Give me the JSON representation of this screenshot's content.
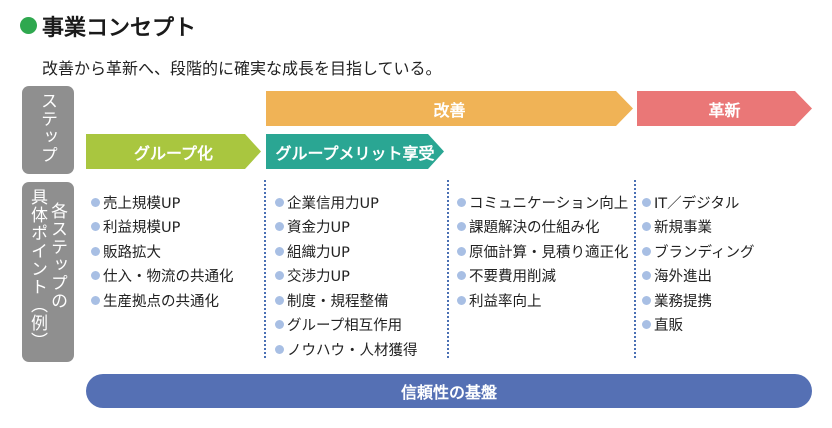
{
  "title": "事業コンセプト",
  "subtitle": "改善から革新へ、段階的に確実な成長を目指している。",
  "side_labels": {
    "step": "ステップ",
    "points_line1": "各ステップの",
    "points_line2": "具体ポイント（例）"
  },
  "steps": {
    "kaizen": "改善",
    "kakushin": "革新",
    "group": "グループ化",
    "merit": "グループメリット享受"
  },
  "columns": [
    [
      "売上規模UP",
      "利益規模UP",
      "販路拡大",
      "仕入・物流の共通化",
      "生産拠点の共通化"
    ],
    [
      "企業信用力UP",
      "資金力UP",
      "組織力UP",
      "交渉力UP",
      "制度・規程整備",
      "グループ相互作用",
      "ノウハウ・人材獲得"
    ],
    [
      "コミュニケーション向上",
      "課題解決の仕組み化",
      "原価計算・見積り適正化",
      "不要費用削減",
      "利益率向上"
    ],
    [
      "IT／デジタル",
      "新規事業",
      "ブランディング",
      "海外進出",
      "業務提携",
      "直販"
    ]
  ],
  "foundation": "信頼性の基盤",
  "colors": {
    "title_dot": "#2fa84f",
    "side_panel": "#8f8f8f",
    "kaizen": "#f0b356",
    "kakushin": "#ea7777",
    "group": "#a9c63f",
    "merit": "#2aa693",
    "foundation": "#5570b4",
    "bullet": "#a8bfe4",
    "divider": "#4a70b4"
  }
}
